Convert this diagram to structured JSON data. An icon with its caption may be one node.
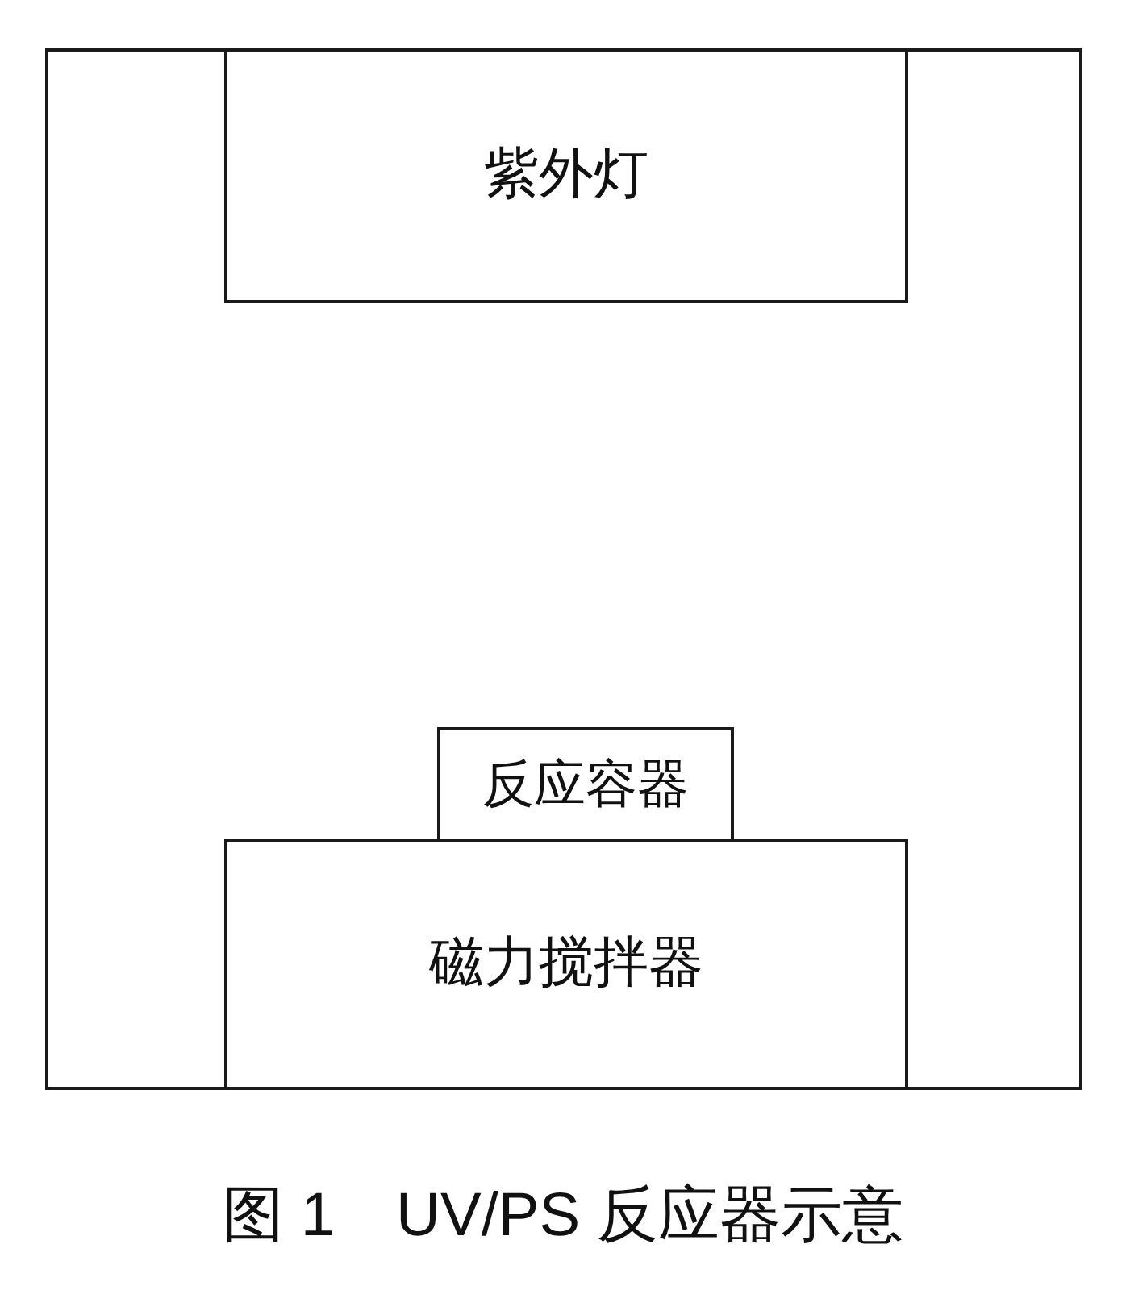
{
  "diagram": {
    "caption": "图 1　UV/PS 反应器示意",
    "nodes": [
      {
        "text": [],
        "shape": "box"
      },
      {
        "text": [
          "紫外灯"
        ],
        "in": 0
      },
      {
        "text": [
          "反应容器"
        ],
        "in": 0
      },
      {
        "text": [
          "磁力搅拌器"
        ],
        "in": 0
      }
    ]
  }
}
